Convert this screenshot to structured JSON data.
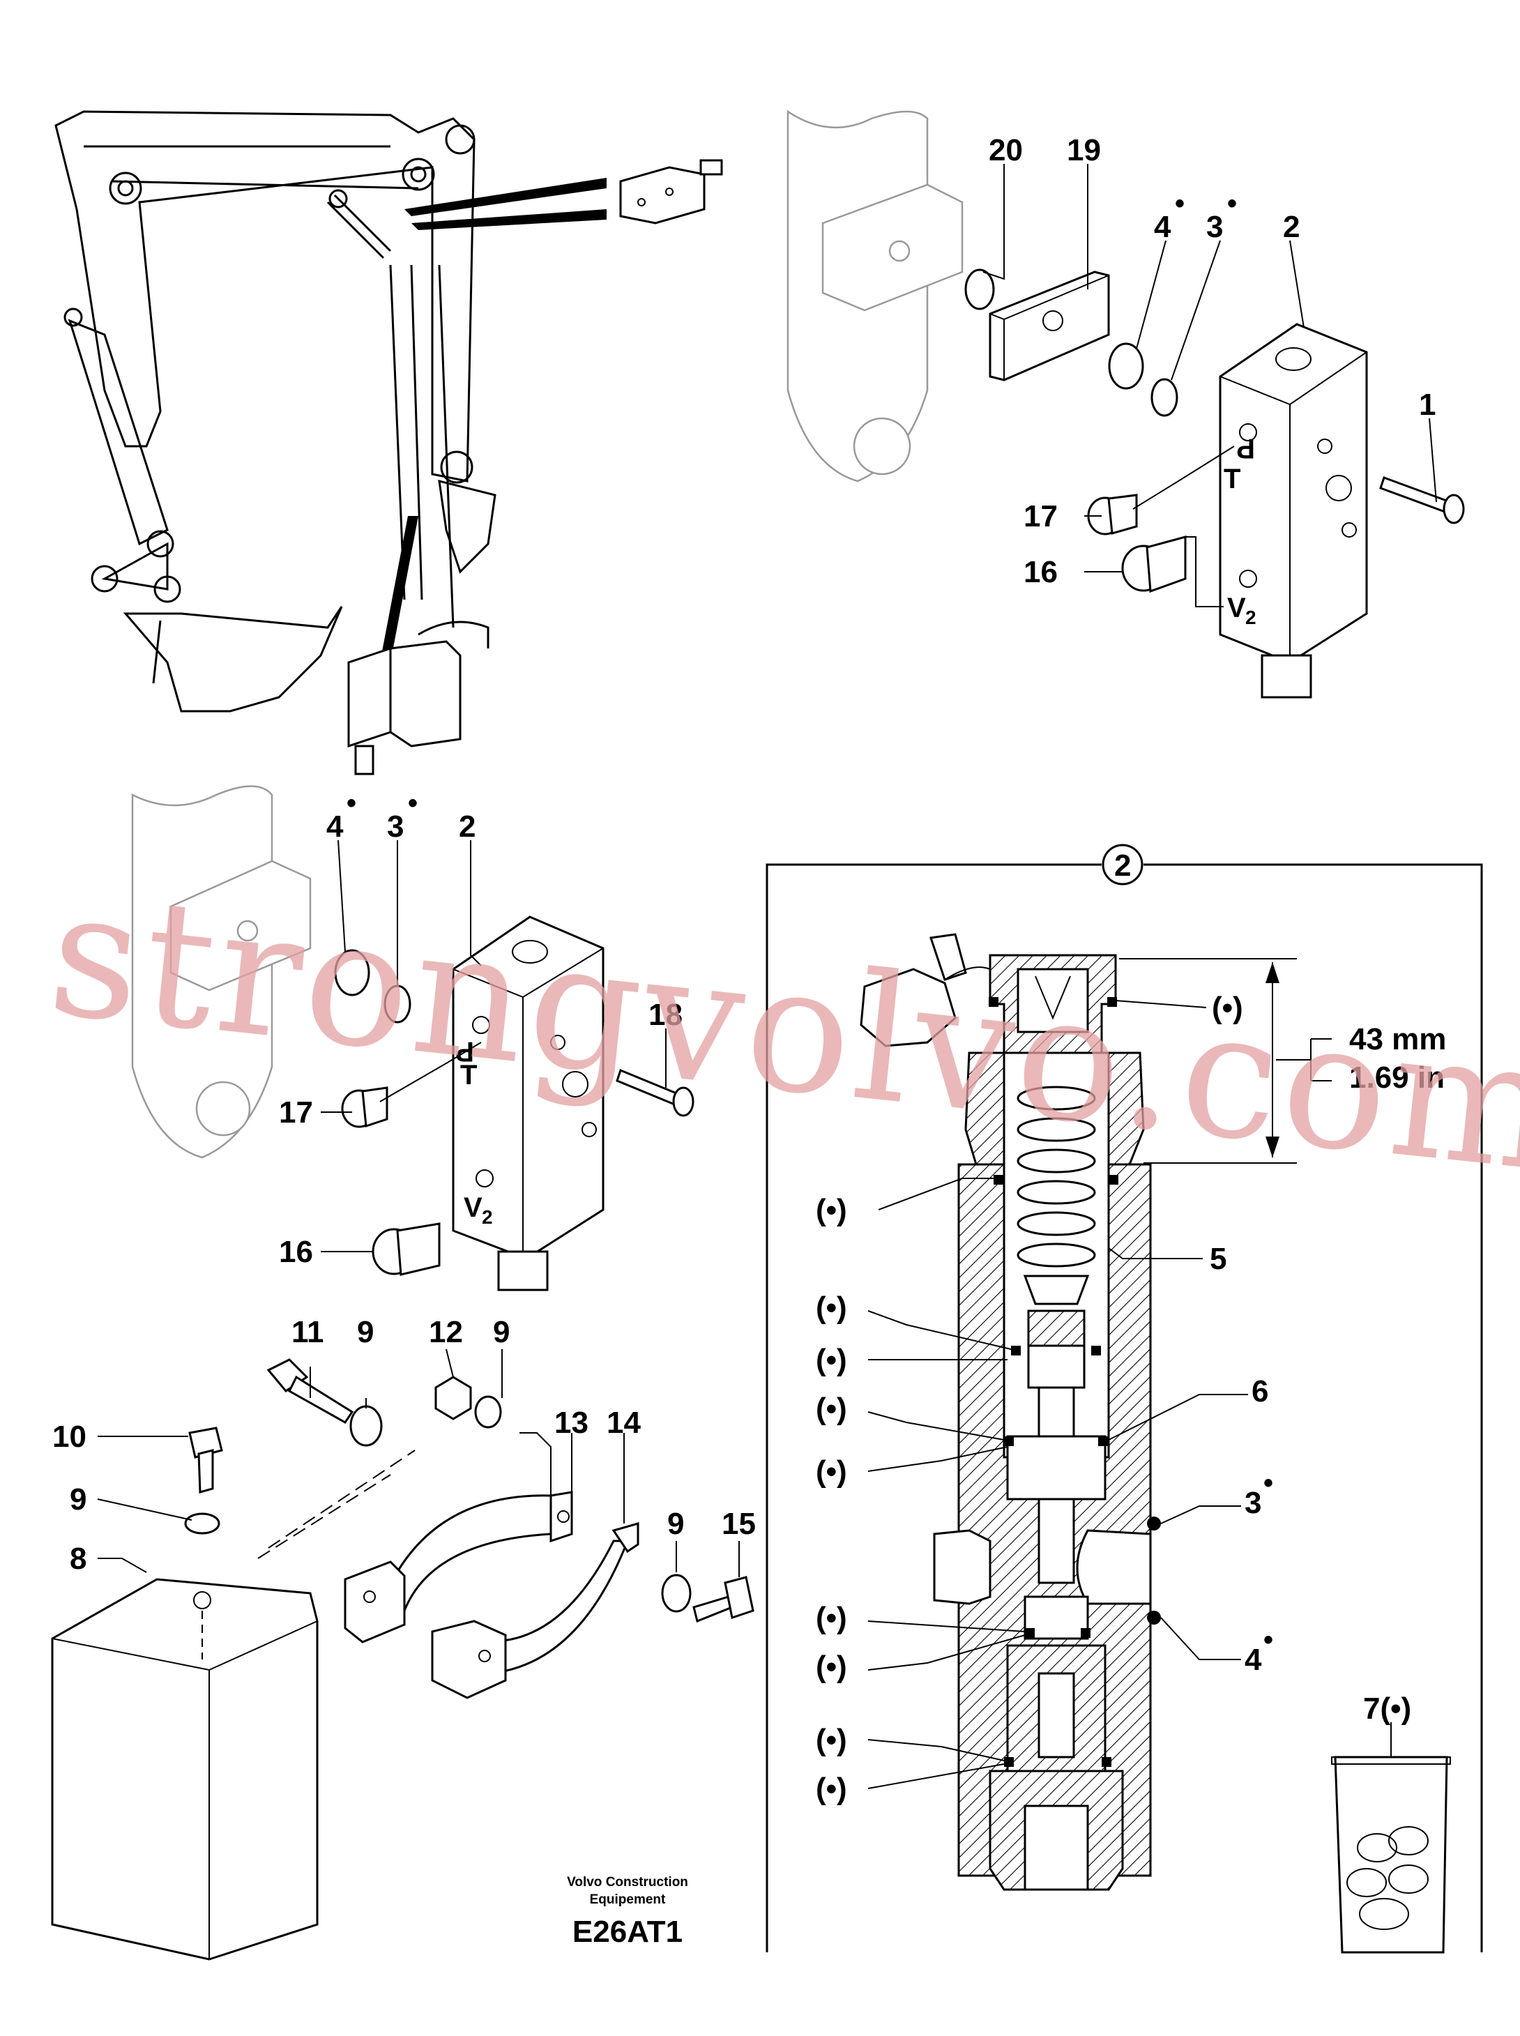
{
  "labels": {
    "l20": "20",
    "l19": "19",
    "l4a": "4",
    "l3a": "3",
    "l2a": "2",
    "l1": "1",
    "l17a": "17",
    "l16a": "16",
    "l4b": "4",
    "l3b": "3",
    "l2b": "2",
    "l18": "18",
    "l17b": "17",
    "l16b": "16",
    "l11": "11",
    "l9a": "9",
    "l12": "12",
    "l9b": "9",
    "l10": "10",
    "l9c": "9",
    "l8": "8",
    "l13": "13",
    "l14": "14",
    "l9d": "9",
    "l15": "15",
    "l2c": "2",
    "l5": "5",
    "l6": "6",
    "l3c": "3",
    "l4c": "4",
    "l7": "7(•)"
  },
  "port_marks": {
    "p": "P",
    "t": "T",
    "v": "V",
    "sub2": "2"
  },
  "bullet": "•",
  "seal_marker": "(•)",
  "dimension": {
    "metric": "43 mm",
    "imperial": "1.69 in"
  },
  "footer": {
    "company_line1": "Volvo Construction",
    "company_line2": "Equipement",
    "code": "E26AT1"
  },
  "watermark": "strongvolvo.com",
  "colors": {
    "watermark": "#e3a0a0",
    "ink": "#000000"
  }
}
